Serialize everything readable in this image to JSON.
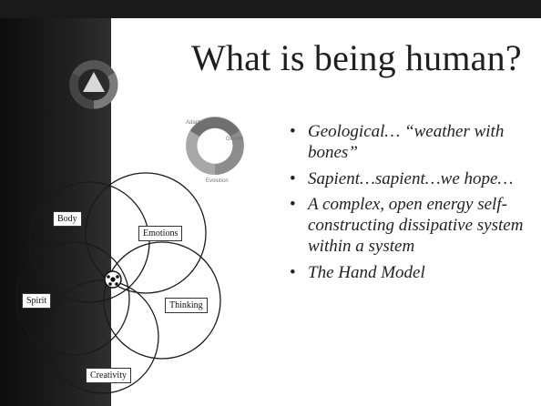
{
  "slide": {
    "title": "What is being human?",
    "bullets": [
      "Geological… “weather with bones”",
      "Sapient…sapient…we hope…",
      "A complex, open energy self-constructing dissipative system within a system",
      "The Hand Model"
    ],
    "venn_labels": {
      "body": "Body",
      "emotions": "Emotions",
      "spirit": "Spirit",
      "thinking": "Thinking",
      "creativity": "Creativity"
    },
    "cycle_icon": {
      "segments": [
        "Adaptation",
        "Growth",
        "Evolution"
      ]
    }
  }
}
